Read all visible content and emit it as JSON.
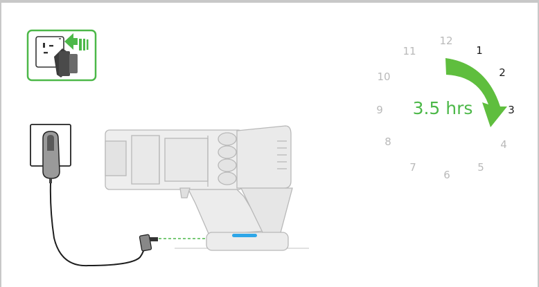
{
  "clock": {
    "numbers": [
      "12",
      "1",
      "2",
      "3",
      "4",
      "5",
      "6",
      "7",
      "8",
      "9",
      "10",
      "11"
    ],
    "active_hours": [
      "1",
      "2",
      "3"
    ],
    "duration_label": "3.5 hrs"
  },
  "colors": {
    "accent": "#4cb848",
    "arrow": "#5fbe3e",
    "charging_led": "#2ea6e8",
    "inactive_text": "#b9b9b9",
    "active_text": "#1a1a1a",
    "frame_border": "#c8c8c8"
  },
  "icons": {
    "plug_in": "wall-socket-plug-in-icon",
    "socket": "wall-socket-icon",
    "adapter": "charger-adapter-icon",
    "vacuum": "handheld-vacuum-icon",
    "arrow": "charging-time-arrow-icon"
  }
}
